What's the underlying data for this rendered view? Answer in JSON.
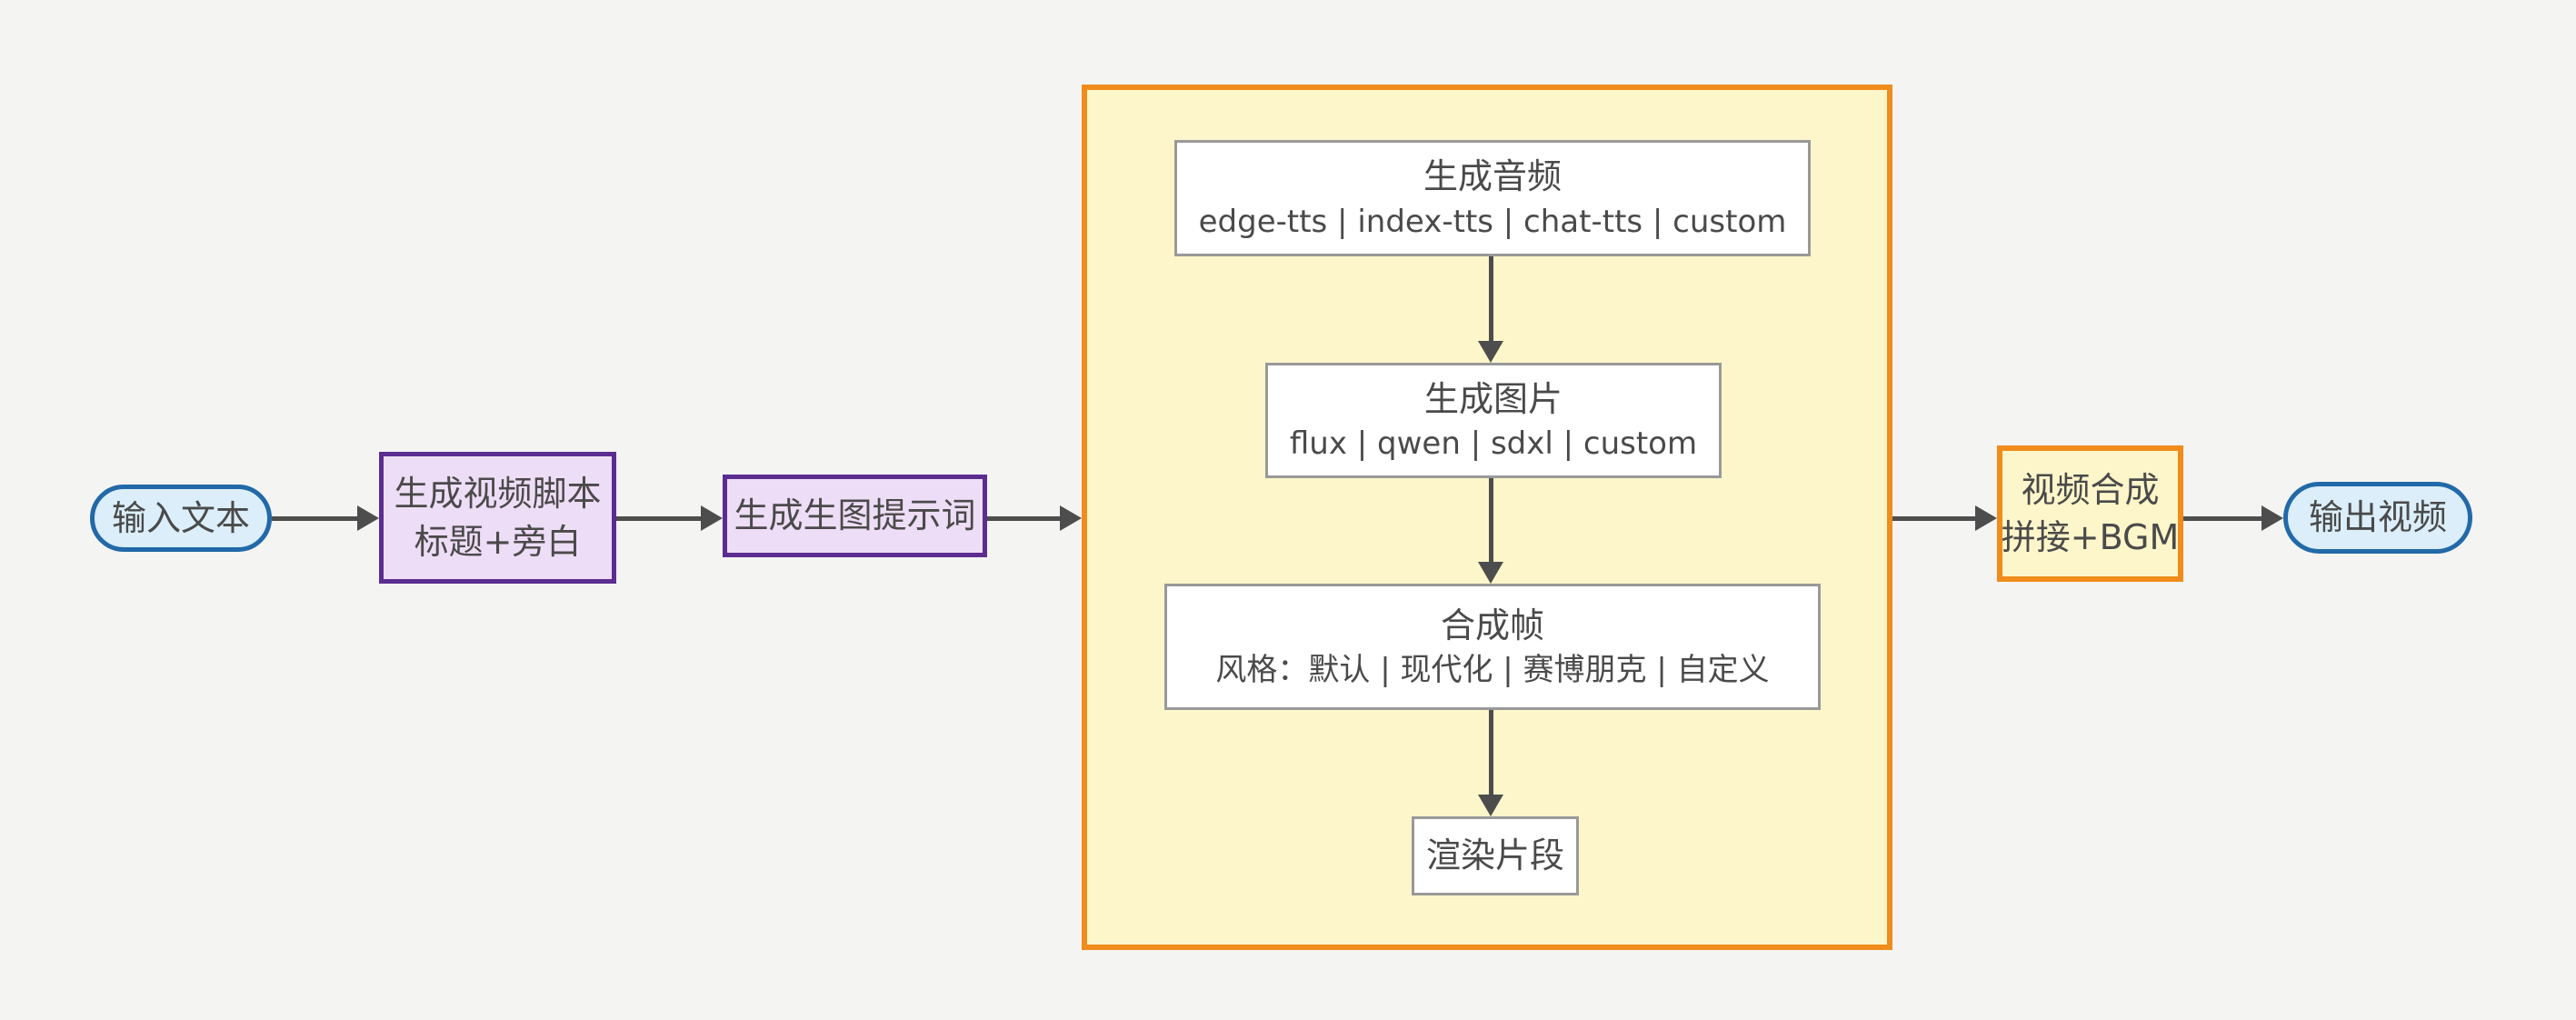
{
  "diagram": {
    "type": "flowchart",
    "direction": "left-to-right",
    "colors": {
      "page-bg": "#f4f4f3",
      "arrow": "#4d4d4d",
      "text": "#4a4a4a",
      "stadium-fill": "#dbeef9",
      "stadium-border": "#2269a8",
      "purple-fill": "#eeddf6",
      "purple-border": "#5c2d91",
      "subgraph-fill": "#fdf6ca",
      "subgraph-border": "#f08c1b",
      "white-fill": "#ffffff",
      "white-border": "#999999"
    },
    "nodes": {
      "input": {
        "label": "输入文本"
      },
      "script": {
        "line1": "生成视频脚本",
        "line2": "标题+旁白"
      },
      "prompt": {
        "label": "生成生图提示词"
      },
      "audio": {
        "title": "生成音频",
        "options": "edge-tts | index-tts | chat-tts | custom"
      },
      "image": {
        "title": "生成图片",
        "options": "flux | qwen | sdxl | custom"
      },
      "frame": {
        "title": "合成帧",
        "options": "风格：默认 | 现代化 | 赛博朋克 | 自定义"
      },
      "render": {
        "label": "渲染片段"
      },
      "compose": {
        "line1": "视频合成",
        "line2": "拼接+BGM"
      },
      "output": {
        "label": "输出视频"
      }
    }
  }
}
